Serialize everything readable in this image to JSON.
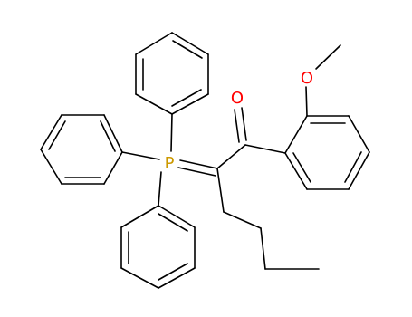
{
  "molecule": {
    "atoms": {
      "phosphorus": {
        "symbol": "P",
        "color": "#cc9900"
      },
      "carbonyl_oxygen": {
        "symbol": "O",
        "color": "#ff0000"
      },
      "methoxy_oxygen": {
        "symbol": "O",
        "color": "#ff0000"
      }
    },
    "bond_color": "#000000"
  }
}
